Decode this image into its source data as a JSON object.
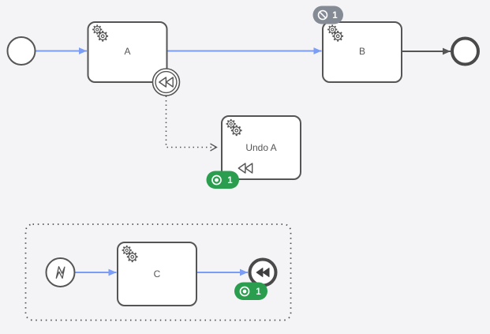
{
  "colors": {
    "background": "#f4f4f6",
    "shape_stroke": "#555555",
    "label_text": "#555555",
    "flow_highlight_blue": "#7b9df6",
    "flow_default_dark": "#555555",
    "badge_green": "#2a9d4e",
    "badge_gray": "#858b94",
    "badge_text": "#ffffff"
  },
  "diagram": {
    "type": "bpmn-process",
    "tasks": {
      "a": {
        "label": "A",
        "task_type": "service-task",
        "markers": []
      },
      "b": {
        "label": "B",
        "task_type": "service-task",
        "markers": []
      },
      "undo_a": {
        "label": "Undo A",
        "task_type": "service-task",
        "markers": [
          "compensation"
        ]
      },
      "c": {
        "label": "C",
        "task_type": "service-task",
        "markers": []
      }
    },
    "events": {
      "start": {
        "event_type": "start-event"
      },
      "end": {
        "event_type": "end-event"
      },
      "compensation_boundary": {
        "event_type": "compensation-boundary-event",
        "attached_to": "A"
      },
      "error_start": {
        "event_type": "error-start-event",
        "inside": "event-subprocess"
      },
      "compensation_end": {
        "event_type": "compensation-end-event",
        "inside": "event-subprocess"
      }
    },
    "subprocess": {
      "subprocess_type": "event-subprocess",
      "border_style": "dotted"
    },
    "flows": [
      {
        "from": "start",
        "to": "a",
        "style": "highlight-blue"
      },
      {
        "from": "a",
        "to": "b",
        "style": "highlight-blue"
      },
      {
        "from": "b",
        "to": "end",
        "style": "default-dark"
      },
      {
        "from": "compensation_boundary",
        "to": "undo_a",
        "style": "dotted-association"
      },
      {
        "from": "error_start",
        "to": "c",
        "style": "highlight-blue"
      },
      {
        "from": "c",
        "to": "compensation_end",
        "style": "highlight-blue"
      }
    ],
    "overlays": {
      "b_canceled": {
        "count": "1",
        "icon": "cancel-icon",
        "color": "#858b94"
      },
      "undo_a_tokens": {
        "count": "1",
        "icon": "token-icon",
        "color": "#2a9d4e"
      },
      "compensation_end_tokens": {
        "count": "1",
        "icon": "token-icon",
        "color": "#2a9d4e"
      }
    }
  }
}
